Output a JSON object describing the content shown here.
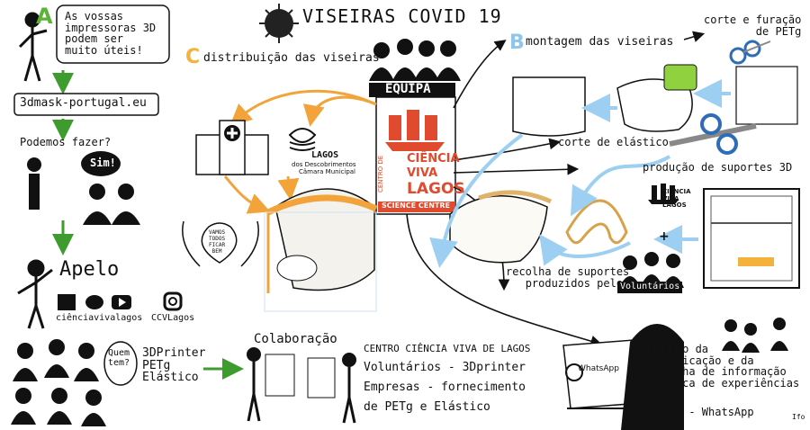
{
  "title": "VISEIRAS COVID 19",
  "team_label": "EQUIPA",
  "cvl_logo": {
    "lines": [
      "CIÊNCIA",
      "VIVA",
      "LAGOS"
    ],
    "side": "CENTRO DE",
    "band": "SCIENCE CENTRE"
  },
  "step_a": {
    "letter": "A",
    "speech": "As vossas\nimpressoras 3D\npodem ser\nmuito úteis!"
  },
  "site": "3dmask-portugal.eu",
  "question": "Podemos fazer?",
  "answer": "Sim!",
  "appeal": {
    "title": "Apelo",
    "social_handle_1": "ciênciavivalagos",
    "social_handle_2": "CCVLagos"
  },
  "needs": {
    "who": "Quem\ntem?",
    "items": "3DPrinter\nPETg\nElástico"
  },
  "collab": {
    "title": "Colaboração",
    "center": "CENTRO CIÊNCIA VIVA DE LAGOS",
    "line1": "Voluntários - 3Dprinter",
    "line2": "Empresas - fornecimento",
    "line3": "de PETg e Elástico"
  },
  "step_b": {
    "letter": "B",
    "label": "montagem das viseiras"
  },
  "step_c": {
    "letter": "C",
    "label": "distribuição das viseiras"
  },
  "steps": {
    "cut_petg": "corte e furação\nde PETg",
    "cut_elastic": "corte de elástico",
    "production": "produção de suportes 3D",
    "collection": "recolha de suportes\nproduzidos pelos",
    "volunteers": "Voluntários"
  },
  "small_logo": {
    "lines": "CIÊNCIA\nVIVA\nLAGOS",
    "plus": "+"
  },
  "lagos_logo": {
    "name": "LAGOS",
    "sub": "dos Descobrimentos",
    "sub2": "Câmara Municipal"
  },
  "hearts_text": "VAMOS\nTODOS\nFICAR\nBEM",
  "whatsapp": {
    "brand": "WhatsApp",
    "text": "Gestão da\ncomunicação e da\nrecolha de informação\ne troca de experiências",
    "group": "Grupo - WhatsApp"
  },
  "signature": "Ifo",
  "colors": {
    "letter_a": "#5db33a",
    "letter_b": "#8fc6ee",
    "letter_c": "#f2b23c",
    "arrow_green": "#3e9b2d",
    "arrow_orange": "#f2a33a",
    "arrow_blue": "#9ccff1",
    "cvl_red": "#e04a2e",
    "printer_green": "#8fd13f"
  }
}
